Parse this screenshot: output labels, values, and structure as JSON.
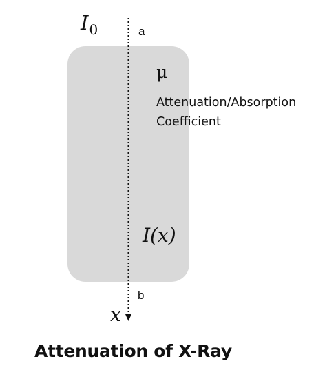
{
  "diagram": {
    "incident_intensity": {
      "symbol": "I",
      "subscript": "0"
    },
    "point_a": "a",
    "point_b": "b",
    "mu_symbol": "μ",
    "coefficient_label": [
      "Attenuation/Absorption",
      "Coefficient"
    ],
    "intensity_at_x": "I(x)",
    "axis_variable": "x"
  },
  "caption": "Attenuation of X-Ray"
}
